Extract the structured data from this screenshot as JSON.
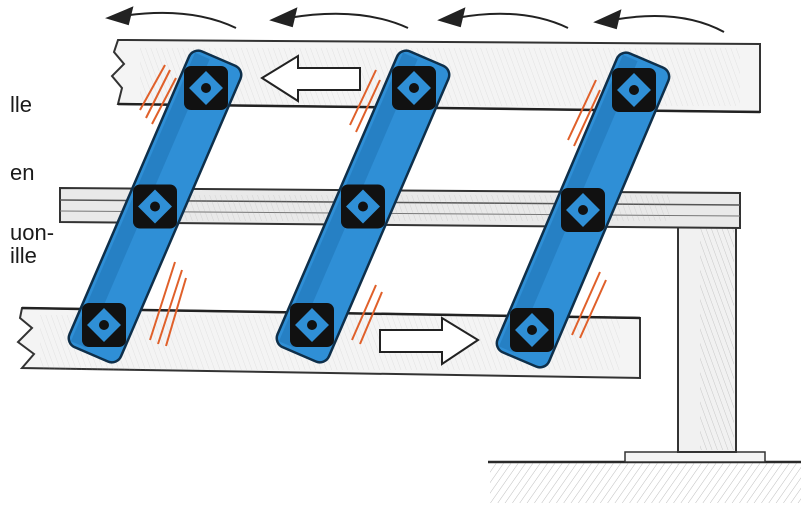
{
  "text_fragments": [
    "lle",
    "en",
    "uon-",
    "ille"
  ],
  "colors": {
    "block": "#2f8fd6",
    "block_dark": "#1d6fb0",
    "connector": "#111111",
    "beam_fill": "#f4f4f4",
    "sketch_line": "#3a3a3a",
    "accent_marks": "#e0602a"
  },
  "icons": {
    "rotation_arrows": "curved-arrow-left-icon",
    "top_beam_arrow": "arrow-left-icon",
    "bottom_beam_arrow": "arrow-right-icon",
    "connector": "square-connector-icon"
  }
}
